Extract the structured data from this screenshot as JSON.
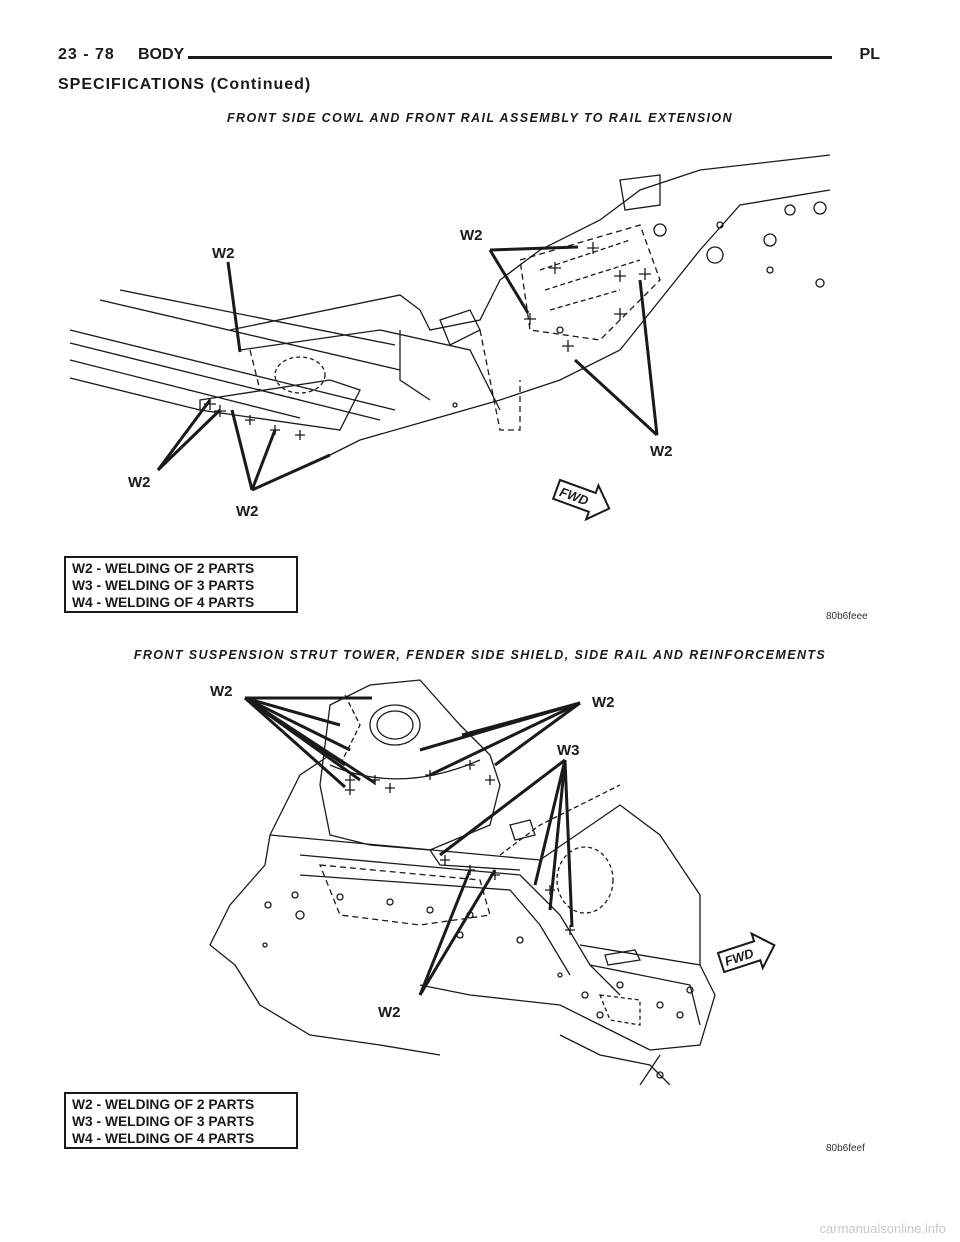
{
  "header": {
    "page_number": "23 - 78",
    "section": "BODY",
    "code": "PL"
  },
  "subheading": "SPECIFICATIONS (Continued)",
  "figure1": {
    "title": "FRONT SIDE COWL AND FRONT RAIL ASSEMBLY TO RAIL EXTENSION",
    "callouts": [
      "W2",
      "W2",
      "W2",
      "W2",
      "W2"
    ],
    "direction_label": "FWD",
    "legend": [
      "W2 - WELDING OF 2 PARTS",
      "W3 - WELDING OF 3 PARTS",
      "W4 - WELDING OF 4 PARTS"
    ],
    "code": "80b6feee"
  },
  "figure2": {
    "title": "FRONT SUSPENSION STRUT TOWER, FENDER SIDE SHIELD, SIDE RAIL AND REINFORCEMENTS",
    "callouts": [
      "W2",
      "W2",
      "W3",
      "W2"
    ],
    "direction_label": "FWD",
    "legend": [
      "W2 - WELDING OF 2 PARTS",
      "W3 - WELDING OF 3 PARTS",
      "W4 - WELDING OF 4 PARTS"
    ],
    "code": "80b6feef"
  },
  "watermark": "carmanualsonline.info"
}
